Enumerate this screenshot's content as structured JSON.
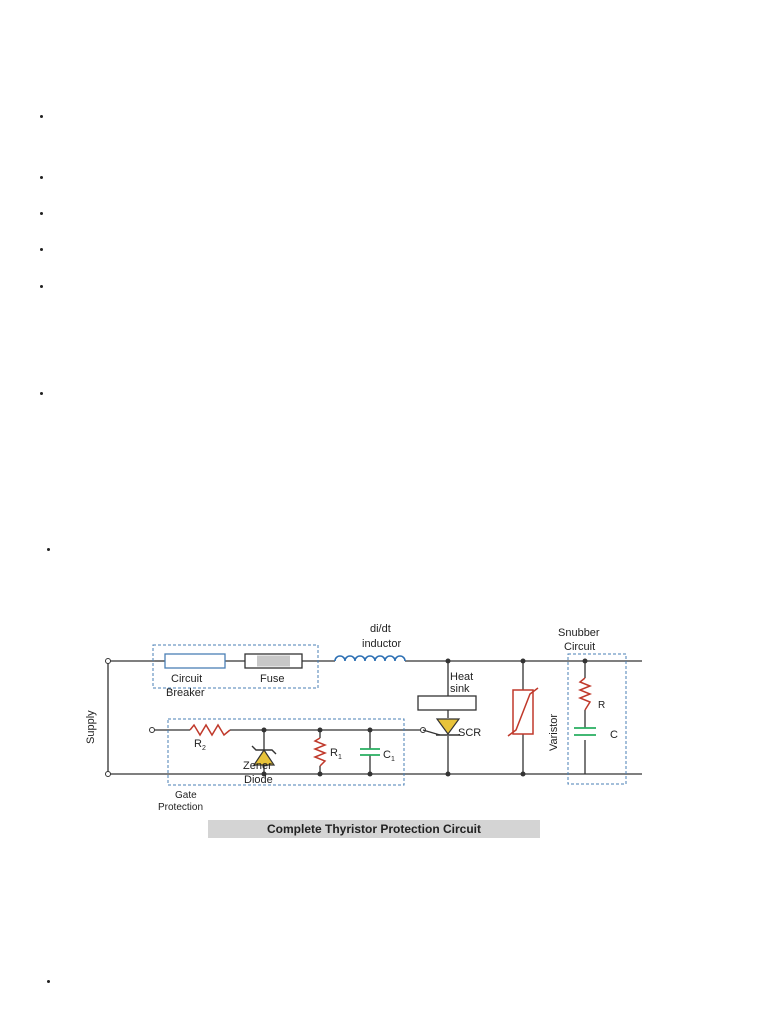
{
  "figure": {
    "caption": "Complete Thyristor Protection Circuit",
    "labels": {
      "circuit": "Circuit",
      "breaker": "Breaker",
      "fuse": "Fuse",
      "didt": "di/dt",
      "inductor": "inductor",
      "snubber": "Snubber",
      "snubber_circuit": "Circuit",
      "heat": "Heat",
      "sink": "sink",
      "scr": "SCR",
      "varistor": "Varistor",
      "supply": "Supply",
      "r2": "R",
      "r2_sub": "2",
      "r1": "R",
      "r1_sub": "1",
      "c1": "C",
      "c1_sub": "1",
      "zener": "Zener",
      "diode": "Diode",
      "gate": "Gate",
      "protection": "Protection",
      "r": "R",
      "c": "C"
    },
    "colors": {
      "resistor": "#c0392b",
      "capacitor": "#27ae60",
      "inductor": "#2c6fb3",
      "zener": "#e8c33a",
      "box": "#4a7fb5",
      "wire": "#333333"
    }
  }
}
